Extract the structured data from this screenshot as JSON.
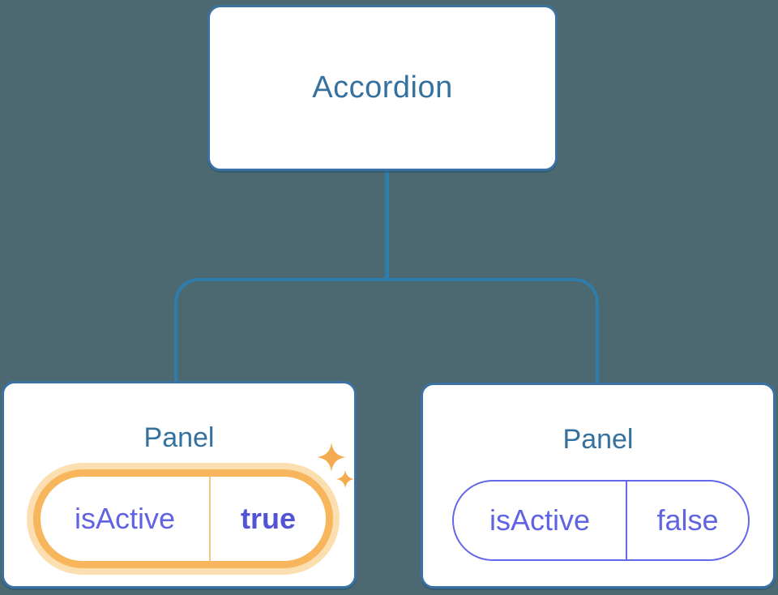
{
  "root": {
    "label": "Accordion"
  },
  "children": [
    {
      "label": "Panel",
      "state": {
        "name": "isActive",
        "value": "true"
      },
      "highlighted": true,
      "icon": "sparkle-icon"
    },
    {
      "label": "Panel",
      "state": {
        "name": "isActive",
        "value": "false"
      },
      "highlighted": false
    }
  ],
  "colors": {
    "background": "#4c6972",
    "box_border": "#3a72a3",
    "connector": "#2e7dab",
    "title_text": "#35719f",
    "pill_border": "#6467e8",
    "pill_text": "#6063e2",
    "value_text": "#5254d4",
    "highlight_border": "#f7b65c",
    "highlight_glow": "#fbdfb0",
    "highlight_divider": "#f5c584",
    "sparkle": "#f5ab4f"
  }
}
